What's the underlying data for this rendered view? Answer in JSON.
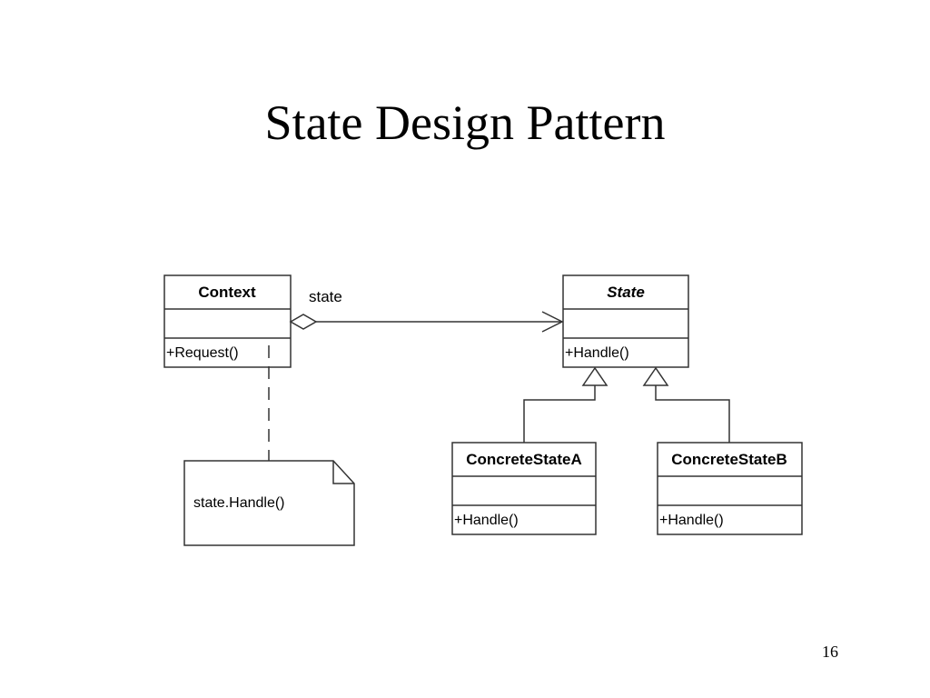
{
  "slide": {
    "title": "State Design Pattern",
    "page_number": "16"
  },
  "classes": {
    "context": {
      "name": "Context",
      "operation": "+Request()"
    },
    "state": {
      "name": "State",
      "operation": "+Handle()"
    },
    "concrete_a": {
      "name": "ConcreteStateA",
      "operation": "+Handle()"
    },
    "concrete_b": {
      "name": "ConcreteStateB",
      "operation": "+Handle()"
    }
  },
  "association": {
    "role_label": "state"
  },
  "note": {
    "text": "state.Handle()"
  },
  "colors": {
    "line": "#333333",
    "text": "#000000",
    "background": "#ffffff"
  }
}
